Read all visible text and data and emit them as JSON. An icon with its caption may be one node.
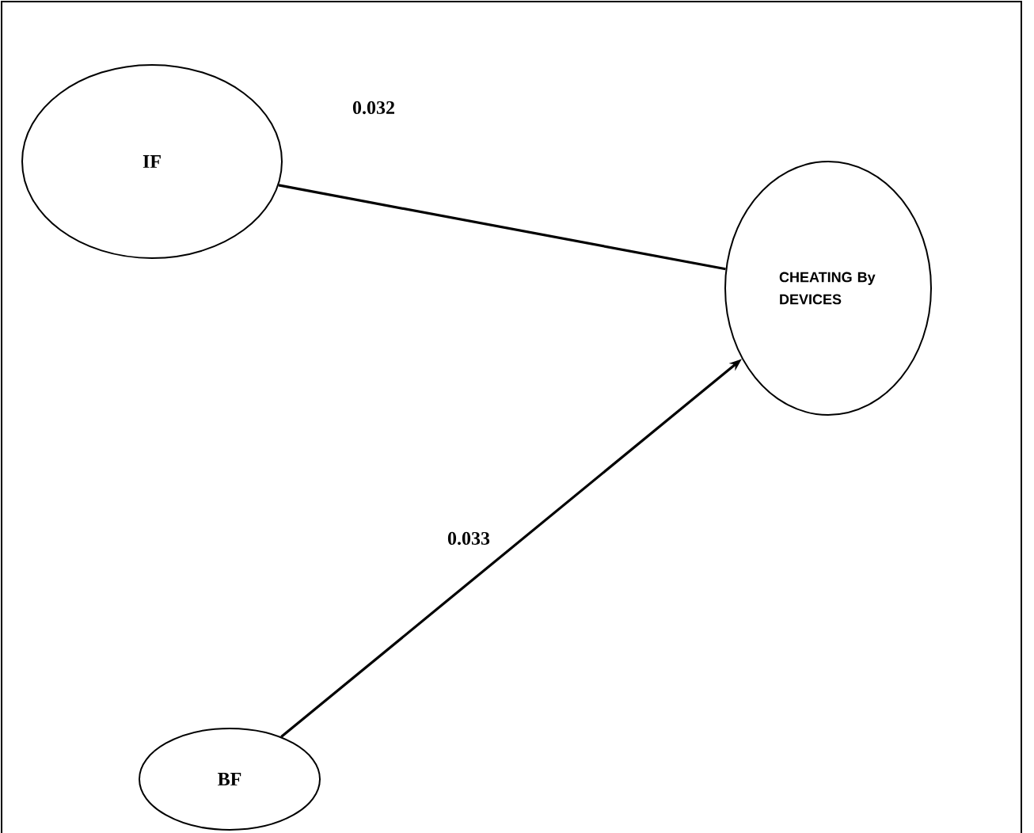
{
  "diagram": {
    "nodes": [
      {
        "text": [
          "IF"
        ]
      },
      {
        "text": [
          "CHEATING By DEVICES"
        ]
      },
      {
        "text": [
          "BF"
        ]
      }
    ],
    "edges": [
      {
        "from": 0,
        "to": 1,
        "arrow": "none",
        "label": "0.032"
      },
      {
        "from": 2,
        "to": 1,
        "arrow": "to",
        "label": "0.033"
      }
    ]
  }
}
